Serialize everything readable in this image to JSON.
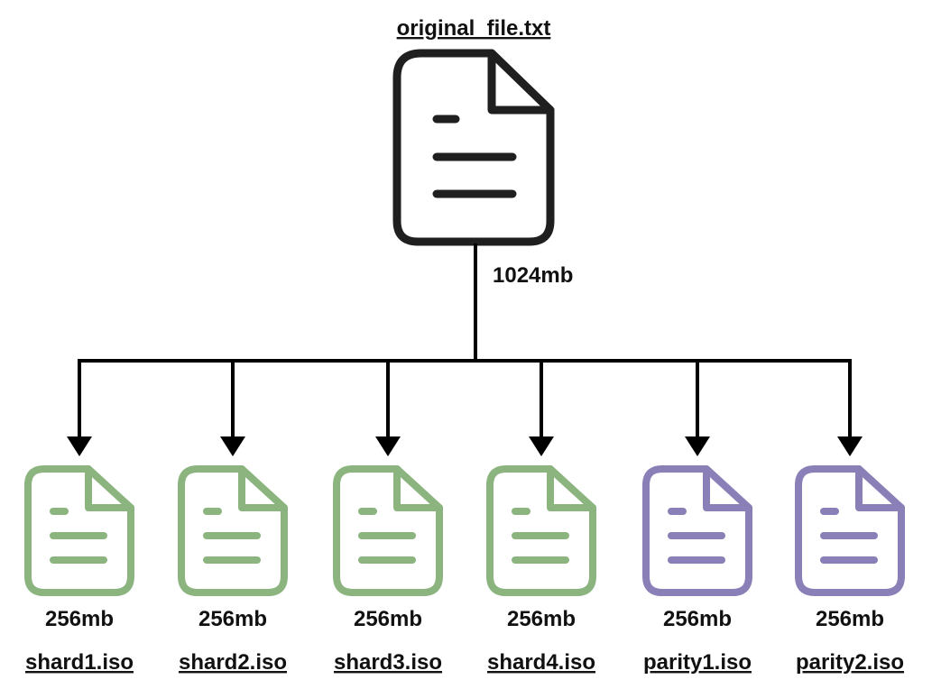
{
  "source": {
    "filename": "original_file.txt",
    "size": "1024mb",
    "color": "#1f1f1f",
    "icon": "document-icon"
  },
  "colors": {
    "data_shard": "#8cb47f",
    "parity_shard": "#8a7fb6",
    "line": "#000000"
  },
  "shards": [
    {
      "filename": "shard1.iso",
      "size": "256mb",
      "kind": "data_shard"
    },
    {
      "filename": "shard2.iso",
      "size": "256mb",
      "kind": "data_shard"
    },
    {
      "filename": "shard3.iso",
      "size": "256mb",
      "kind": "data_shard"
    },
    {
      "filename": "shard4.iso",
      "size": "256mb",
      "kind": "data_shard"
    },
    {
      "filename": "parity1.iso",
      "size": "256mb",
      "kind": "parity_shard"
    },
    {
      "filename": "parity2.iso",
      "size": "256mb",
      "kind": "parity_shard"
    }
  ]
}
